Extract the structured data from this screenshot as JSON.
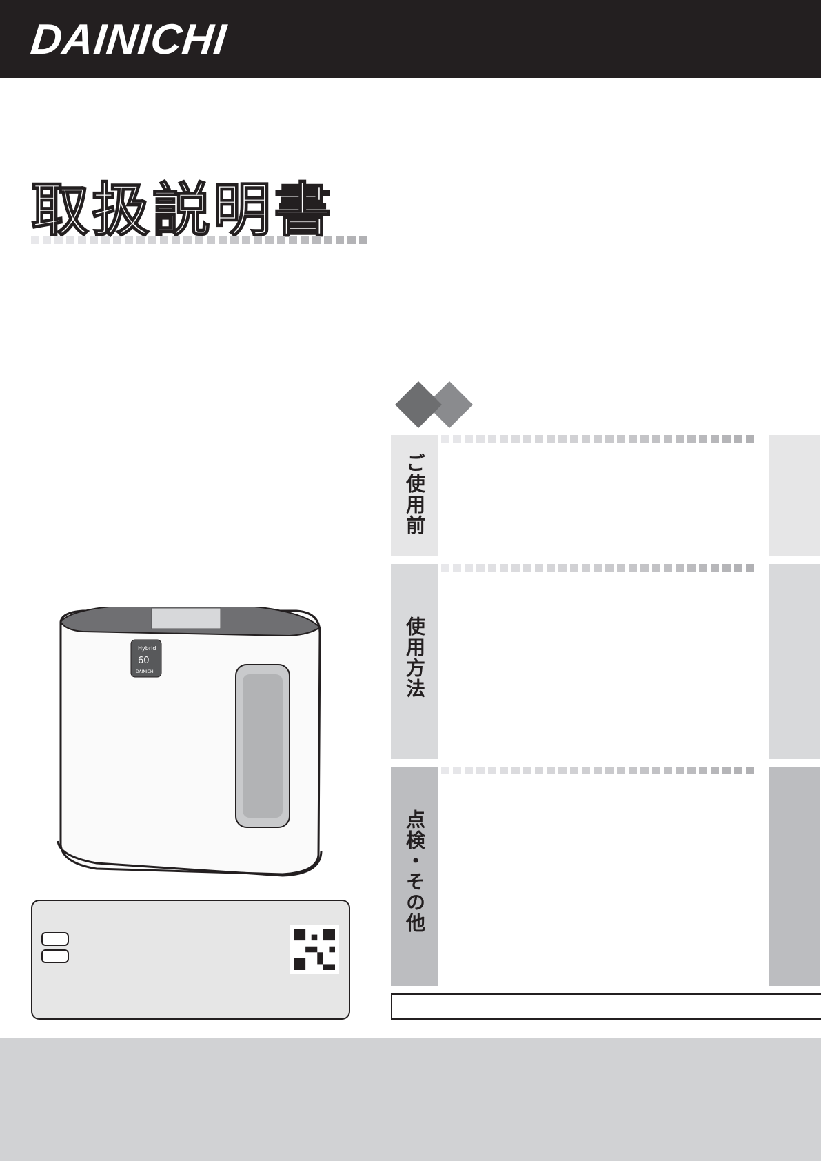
{
  "header": {
    "brand": "DAINICHI"
  },
  "cover": {
    "title": "取扱説明書"
  },
  "sections": [
    {
      "label": "ご使用前",
      "color": "#e6e6e7"
    },
    {
      "label": "使用方法",
      "color": "#d8d9db"
    },
    {
      "label": "点検・その他",
      "color": "#bcbdc0"
    }
  ],
  "product": {
    "display_value": "60",
    "badge": "Hybrid",
    "panel_brand": "DAINICHI"
  },
  "colors": {
    "header": "#231f20",
    "footer": "#d1d2d4",
    "diamond_dark": "#6d6e70",
    "diamond_light": "#8a8b8e"
  },
  "icons": [
    "diamond-icon",
    "qr-code-icon"
  ]
}
